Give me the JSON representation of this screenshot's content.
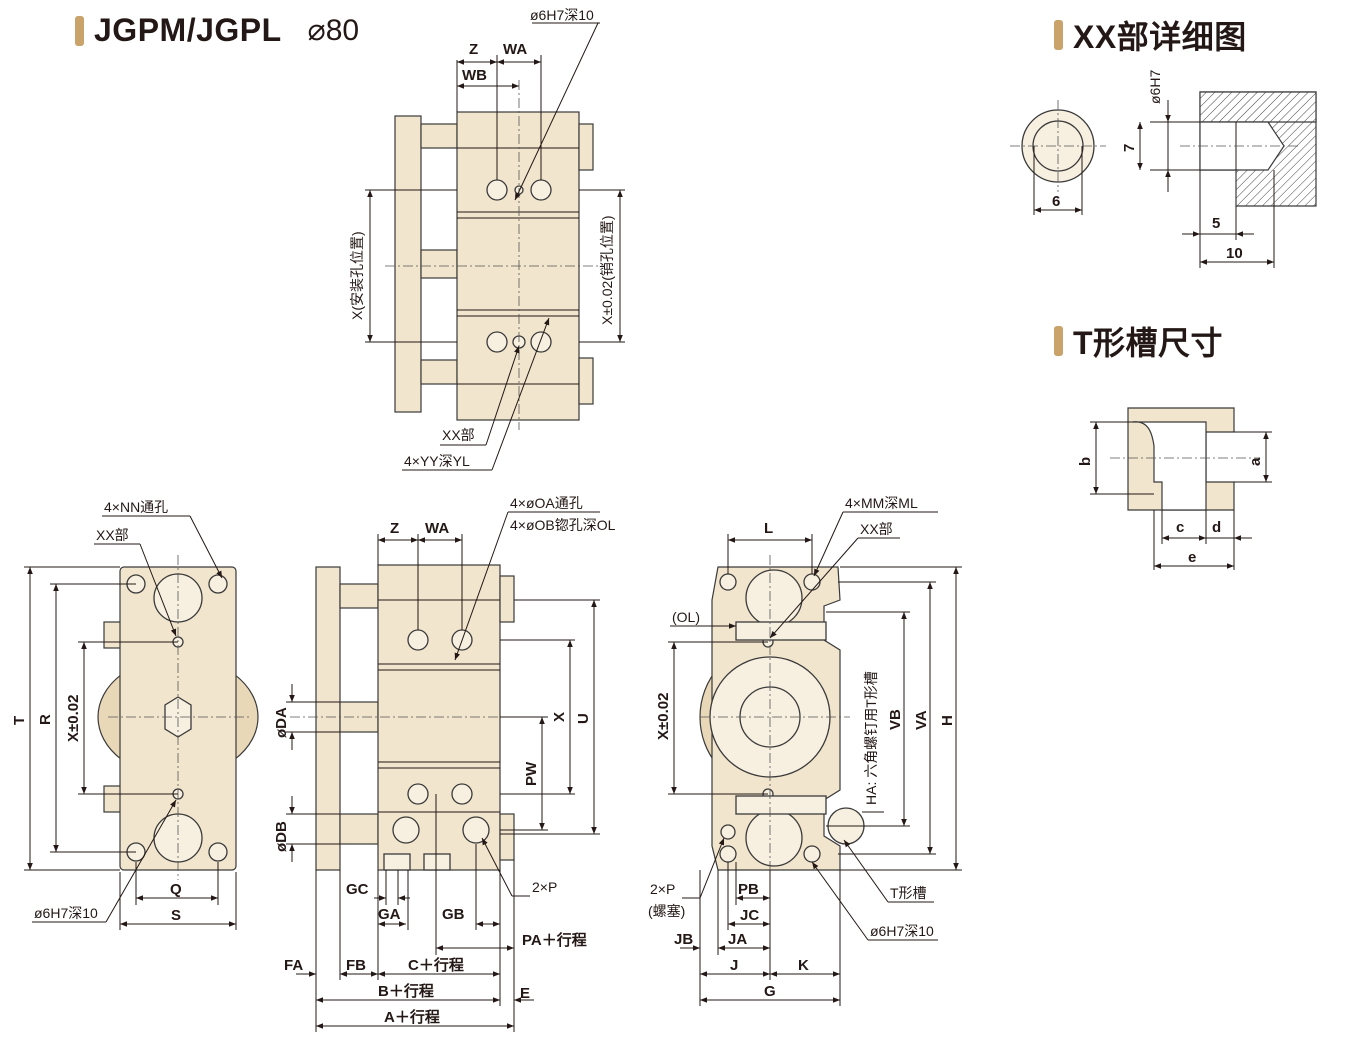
{
  "headers": {
    "main_title": "JGPM/JGPL",
    "main_sub": "⌀80",
    "detail_title": "XX部详细图",
    "tslot_title": "T形槽尺寸"
  },
  "top_view": {
    "z": "Z",
    "wa": "WA",
    "wb": "WB",
    "pin_hole": "ø6H7深10",
    "x_install": "X(安装孔位置)",
    "x_pin": "X±0.02(销孔位置)",
    "xx": "XX部",
    "yy": "4×YY深YL"
  },
  "front_view": {
    "nn": "4×NN通孔",
    "xx": "XX部",
    "t": "T",
    "r": "R",
    "x": "X±0.02",
    "q": "Q",
    "s": "S",
    "pin_hole": "ø6H7深10"
  },
  "side_view": {
    "z": "Z",
    "wa": "WA",
    "oa": "4×øOA通孔",
    "ob": "4×øOB锪孔深OL",
    "da": "øDA",
    "db": "øDB",
    "x": "X",
    "u": "U",
    "pw": "PW",
    "gc": "GC",
    "ga": "GA",
    "gb": "GB",
    "p": "2×P",
    "pa": "PA＋行程",
    "fa": "FA",
    "fb": "FB",
    "c": "C＋行程",
    "b": "B＋行程",
    "e": "E",
    "a": "A＋行程"
  },
  "rear_view": {
    "l": "L",
    "mm": "4×MM深ML",
    "xx": "XX部",
    "ol": "(OL)",
    "x": "X±0.02",
    "tslot_bolt": "HA: 六角螺钉用T形槽",
    "vb": "VB",
    "va": "VA",
    "h": "H",
    "p": "2×P",
    "plug": "(螺塞)",
    "pb": "PB",
    "jc": "JC",
    "jb": "JB",
    "ja": "JA",
    "j": "J",
    "k": "K",
    "g": "G",
    "tslot": "T形槽",
    "pin_hole": "ø6H7深10"
  },
  "detail": {
    "phi": "ø6H7",
    "d7": "7",
    "d6": "6",
    "d5": "5",
    "d10": "10"
  },
  "tslot": {
    "a": "a",
    "b": "b",
    "c": "c",
    "d": "d",
    "e": "e"
  }
}
